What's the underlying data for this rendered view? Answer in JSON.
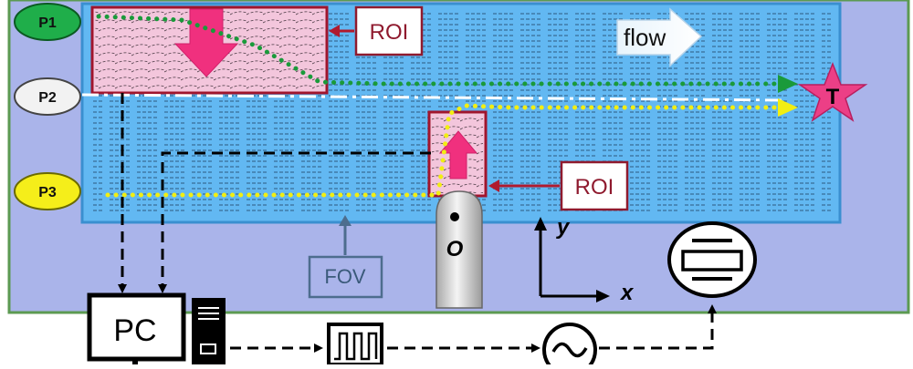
{
  "ports": [
    {
      "id": "p1",
      "label": "P1",
      "color": "#1fae4a"
    },
    {
      "id": "p2",
      "label": "P2",
      "color": "#f2f2f2"
    },
    {
      "id": "p3",
      "label": "P3",
      "color": "#f5ee1a"
    }
  ],
  "roi_top_label": "ROI",
  "roi_bottom_label": "ROI",
  "flow_label": "flow",
  "target_label": "T",
  "fov_label": "FOV",
  "objective_label": "O",
  "axis_x_label": "x",
  "axis_y_label": "y",
  "pc_label": "PC",
  "colors": {
    "chip": "#aab4ea",
    "chip_border": "#5c9a52",
    "channel": "#62b8f2",
    "roi_fill": "#f3c6dc",
    "roi_border": "#a0152d",
    "arrow": "#f0307e",
    "green_path": "#1a9a3a",
    "yellow_path": "#f2ee12",
    "label_box": "#8f1a2e",
    "fov_box": "#4d6d8e"
  },
  "icons": [
    "monitor-icon",
    "computer-tower-icon",
    "pulse-generator-icon",
    "ac-source-icon",
    "transducer-icon",
    "target-star-icon"
  ]
}
